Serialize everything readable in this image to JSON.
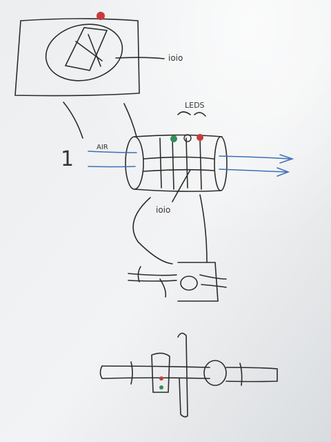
{
  "image": {
    "description_kind": "photo of whiteboard sketch",
    "colors": {
      "board_light": "#f1f2f3",
      "board_shadow": "#c9ccd0",
      "ink_black": "#2b2b2b",
      "ink_blue": "#3d6fb6",
      "ink_red": "#c83a3a",
      "ink_green": "#2f8f5a"
    }
  },
  "labels": {
    "ioio_top": "ioio",
    "leds": "LEDS",
    "air": "AIR",
    "number_one": "1",
    "ioio_mid": "ioio"
  }
}
